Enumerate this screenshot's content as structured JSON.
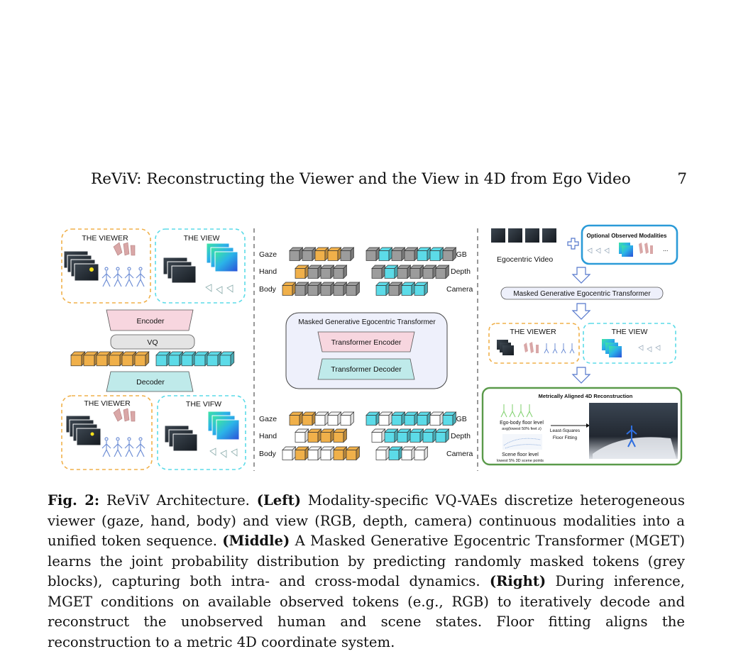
{
  "header": {
    "running_title": "ReViV: Reconstructing the Viewer and the View in 4D from Ego Video",
    "page_number": "7"
  },
  "figure": {
    "left": {
      "viewer_title": "THE VIEWER",
      "view_title": "THE VIEW",
      "encoder": "Encoder",
      "vq": "VQ",
      "decoder": "Decoder",
      "viewer_title_out": "THE VIEWER",
      "view_title_out": "THE VIFW"
    },
    "middle": {
      "top_labels_left": [
        "Gaze",
        "Hand",
        "Body"
      ],
      "top_labels_right": [
        "RGB",
        "Depth",
        "Camera"
      ],
      "mget_title": "Masked Generative Egocentric Transformer",
      "transformer_encoder": "Transformer Encoder",
      "transformer_decoder": "Transformer Decoder",
      "bottom_labels_left": [
        "Gaze",
        "Hand",
        "Body"
      ],
      "bottom_labels_right": [
        "RGB",
        "Depth",
        "Camera"
      ]
    },
    "right": {
      "optional_title": "Optional Observed Modalities",
      "ellipsis": "...",
      "ego_video": "Egocentric Video",
      "mget_bar": "Masked Generative Egocentric Transformer",
      "viewer_title": "THE VIEWER",
      "view_title": "THE VIEW",
      "recon_title": "Metrically Aligned 4D Reconstruction",
      "ego_floor_1": "Ego-body floor level",
      "ego_floor_2": "avg(lowest 50% feet z)",
      "scene_floor_1": "Scene floor level",
      "scene_floor_2": "lowest 5% 3D scene points",
      "lsq_1": "Least-Squares",
      "lsq_2": "Floor Fitting"
    },
    "colors": {
      "viewer_orange": "#f0b04a",
      "view_cyan": "#5cdbe8",
      "mask_grey": "#9c9c9c",
      "encoder_pink": "#f7d6df",
      "decoder_teal": "#bfeaea",
      "mget_lavender": "#eef0fb",
      "recon_green": "#5a9a4a"
    }
  },
  "caption": {
    "label": "Fig. 2:",
    "s1": " ReViV Architecture. ",
    "left_b": "(Left)",
    "s2": " Modality-specific VQ-VAEs discretize heterogeneous viewer (gaze, hand, body) and view (RGB, depth, camera) continuous modalities into a unified token sequence. ",
    "middle_b": "(Middle)",
    "s3": " A Masked Generative Egocentric Transformer (MGET) learns the joint probability distribution by predicting randomly masked tokens (grey blocks), capturing both intra- and cross-modal dynamics. ",
    "right_b": "(Right)",
    "s4": " During inference, MGET conditions on available observed tokens (e.g., RGB) to iteratively decode and reconstruct the unobserved human and scene states. Floor fitting aligns the reconstruction to a metric 4D coordinate system."
  }
}
